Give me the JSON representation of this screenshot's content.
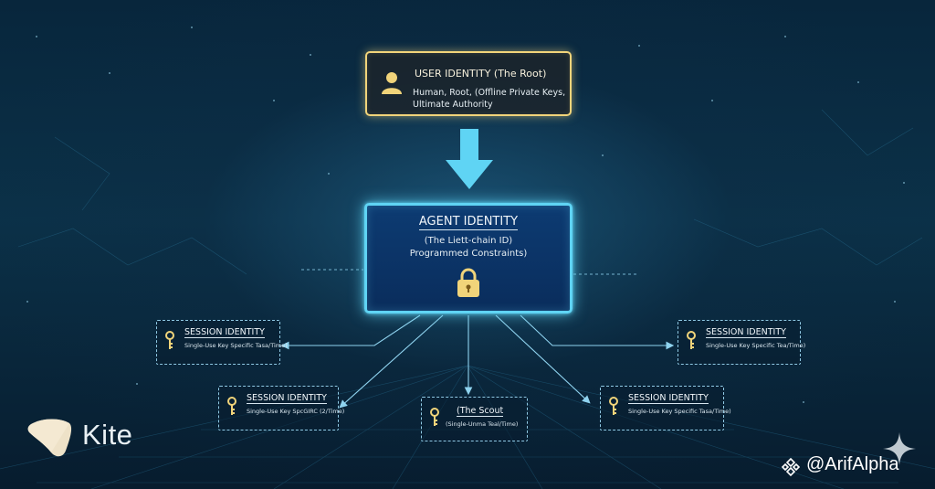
{
  "colors": {
    "background": "#071a2b",
    "user_border": "#f1d47a",
    "agent_border": "#5fd4f4",
    "agent_fill": "#0d3b72",
    "arrow": "#5fd4f4",
    "connector": "#8fd3ef",
    "key_icon": "#f1d47a"
  },
  "user_identity": {
    "icon": "user-icon",
    "title": "USER IDENTITY (The Root)",
    "description": "Human, Root, (Offline Private Keys,\nUltimate Authority"
  },
  "arrow": {
    "icon": "down-arrow-icon"
  },
  "agent_identity": {
    "title": "AGENT IDENTITY",
    "description": "(The Liett-chain ID)\nProgrammed Constraints)",
    "icon": "lock-icon"
  },
  "sessions": [
    {
      "title": "SESSION IDENTITY",
      "description": "Single-Use Key Specific Tasa/Time)",
      "icon": "key-icon"
    },
    {
      "title": "SESSION IDENTITY",
      "description": "Single-Use Key SpcGIRC (2/Time)",
      "icon": "key-icon"
    },
    {
      "title": "(The Scout",
      "description": "(Single-Unma Teal/Time)",
      "icon": "key-icon"
    },
    {
      "title": "SESSION IDENTITY",
      "description": "Single-Use Key Specific Tasa/Time)",
      "icon": "key-icon"
    },
    {
      "title": "SESSION IDENTITY",
      "description": "Single-Use Key Specific Tea/Time)",
      "icon": "key-icon"
    }
  ],
  "branding": {
    "logo_text": "Kite",
    "logo_icon": "kite-logo-icon"
  },
  "watermark": {
    "text": "@ArifAlpha",
    "icon": "binance-icon",
    "sparkle_icon": "sparkle-icon"
  }
}
